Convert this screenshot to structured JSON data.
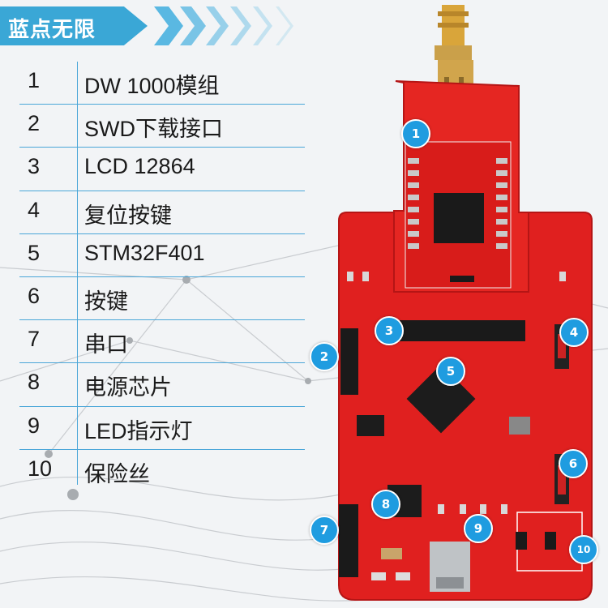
{
  "logo_text": "蓝点无限",
  "legend": [
    {
      "num": "1",
      "label": "DW 1000模组"
    },
    {
      "num": "2",
      "label": "SWD下载接口"
    },
    {
      "num": "3",
      "label": "LCD 12864"
    },
    {
      "num": "4",
      "label": "复位按键"
    },
    {
      "num": "5",
      "label": "STM32F401"
    },
    {
      "num": "6",
      "label": "按键"
    },
    {
      "num": "7",
      "label": "串口"
    },
    {
      "num": "8",
      "label": "电源芯片"
    },
    {
      "num": "9",
      "label": "LED指示灯"
    },
    {
      "num": "10",
      "label": "保险丝"
    }
  ],
  "markers": [
    "1",
    "2",
    "3",
    "4",
    "5",
    "6",
    "7",
    "8",
    "9",
    "10"
  ],
  "colors": {
    "accent": "#1f9ce0",
    "pcb": "#e0201f",
    "banner": "#3aa7d6"
  }
}
